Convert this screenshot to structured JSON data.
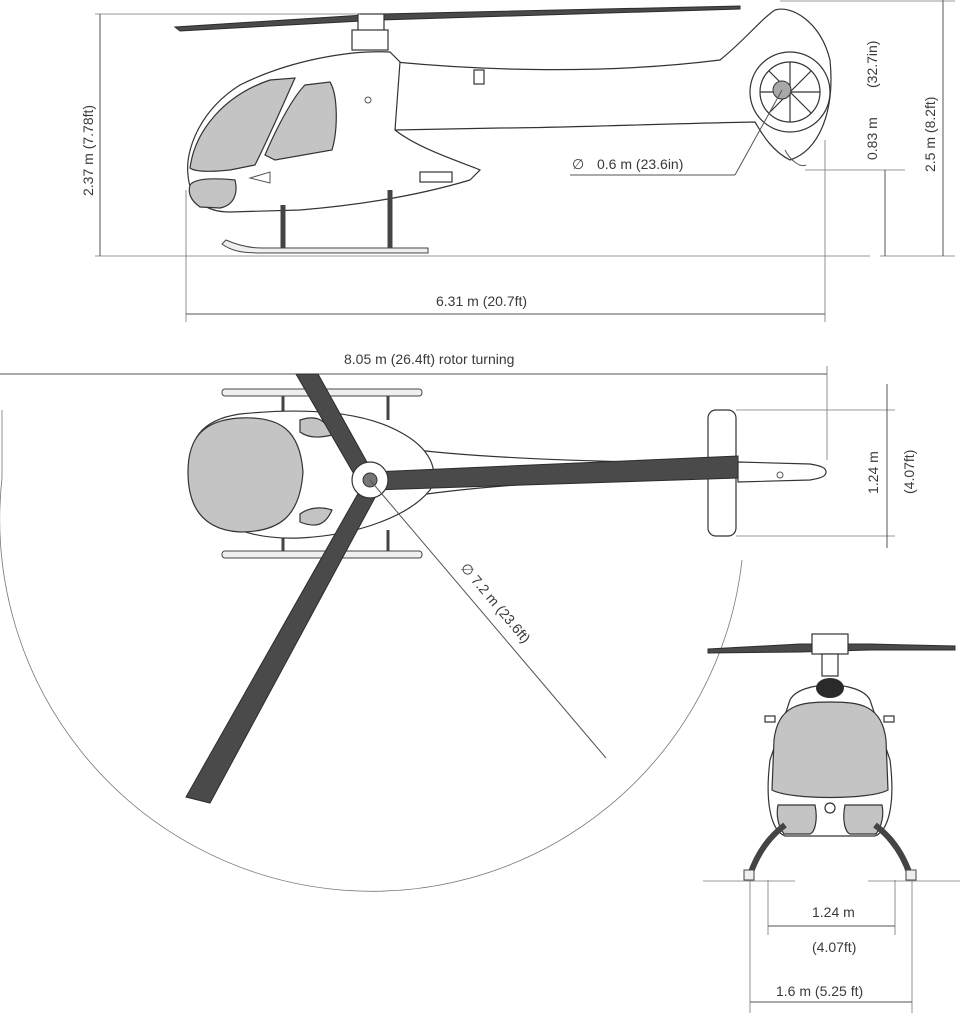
{
  "side_view": {
    "height_label": "2.37  m   (7.78ft)",
    "length_label": "6.31  m   (20.7ft)",
    "fan_diameter_label": "0.6 m     (23.6in)",
    "diameter_symbol": "∅",
    "fan_height_metric": "0.83  m",
    "fan_height_imperial": "(32.7in)",
    "total_height_label": "2.5  m   (8.2ft)"
  },
  "top_view": {
    "rotor_span_label": "8.05  m          (26.4ft) rotor turning",
    "rotor_diameter_label": "∅ 7.2 m      (23.6ft)",
    "stabilizer_metric": "1.24  m",
    "stabilizer_imperial": "(4.07ft)"
  },
  "front_view": {
    "skid_inner_metric": "1.24   m",
    "skid_inner_imperial": "(4.07ft)",
    "skid_outer_label": "1.6  m    (5.25 ft)"
  },
  "colors": {
    "glass": "#c4c4c4",
    "blade": "#4a4a4a",
    "line": "#555555"
  }
}
